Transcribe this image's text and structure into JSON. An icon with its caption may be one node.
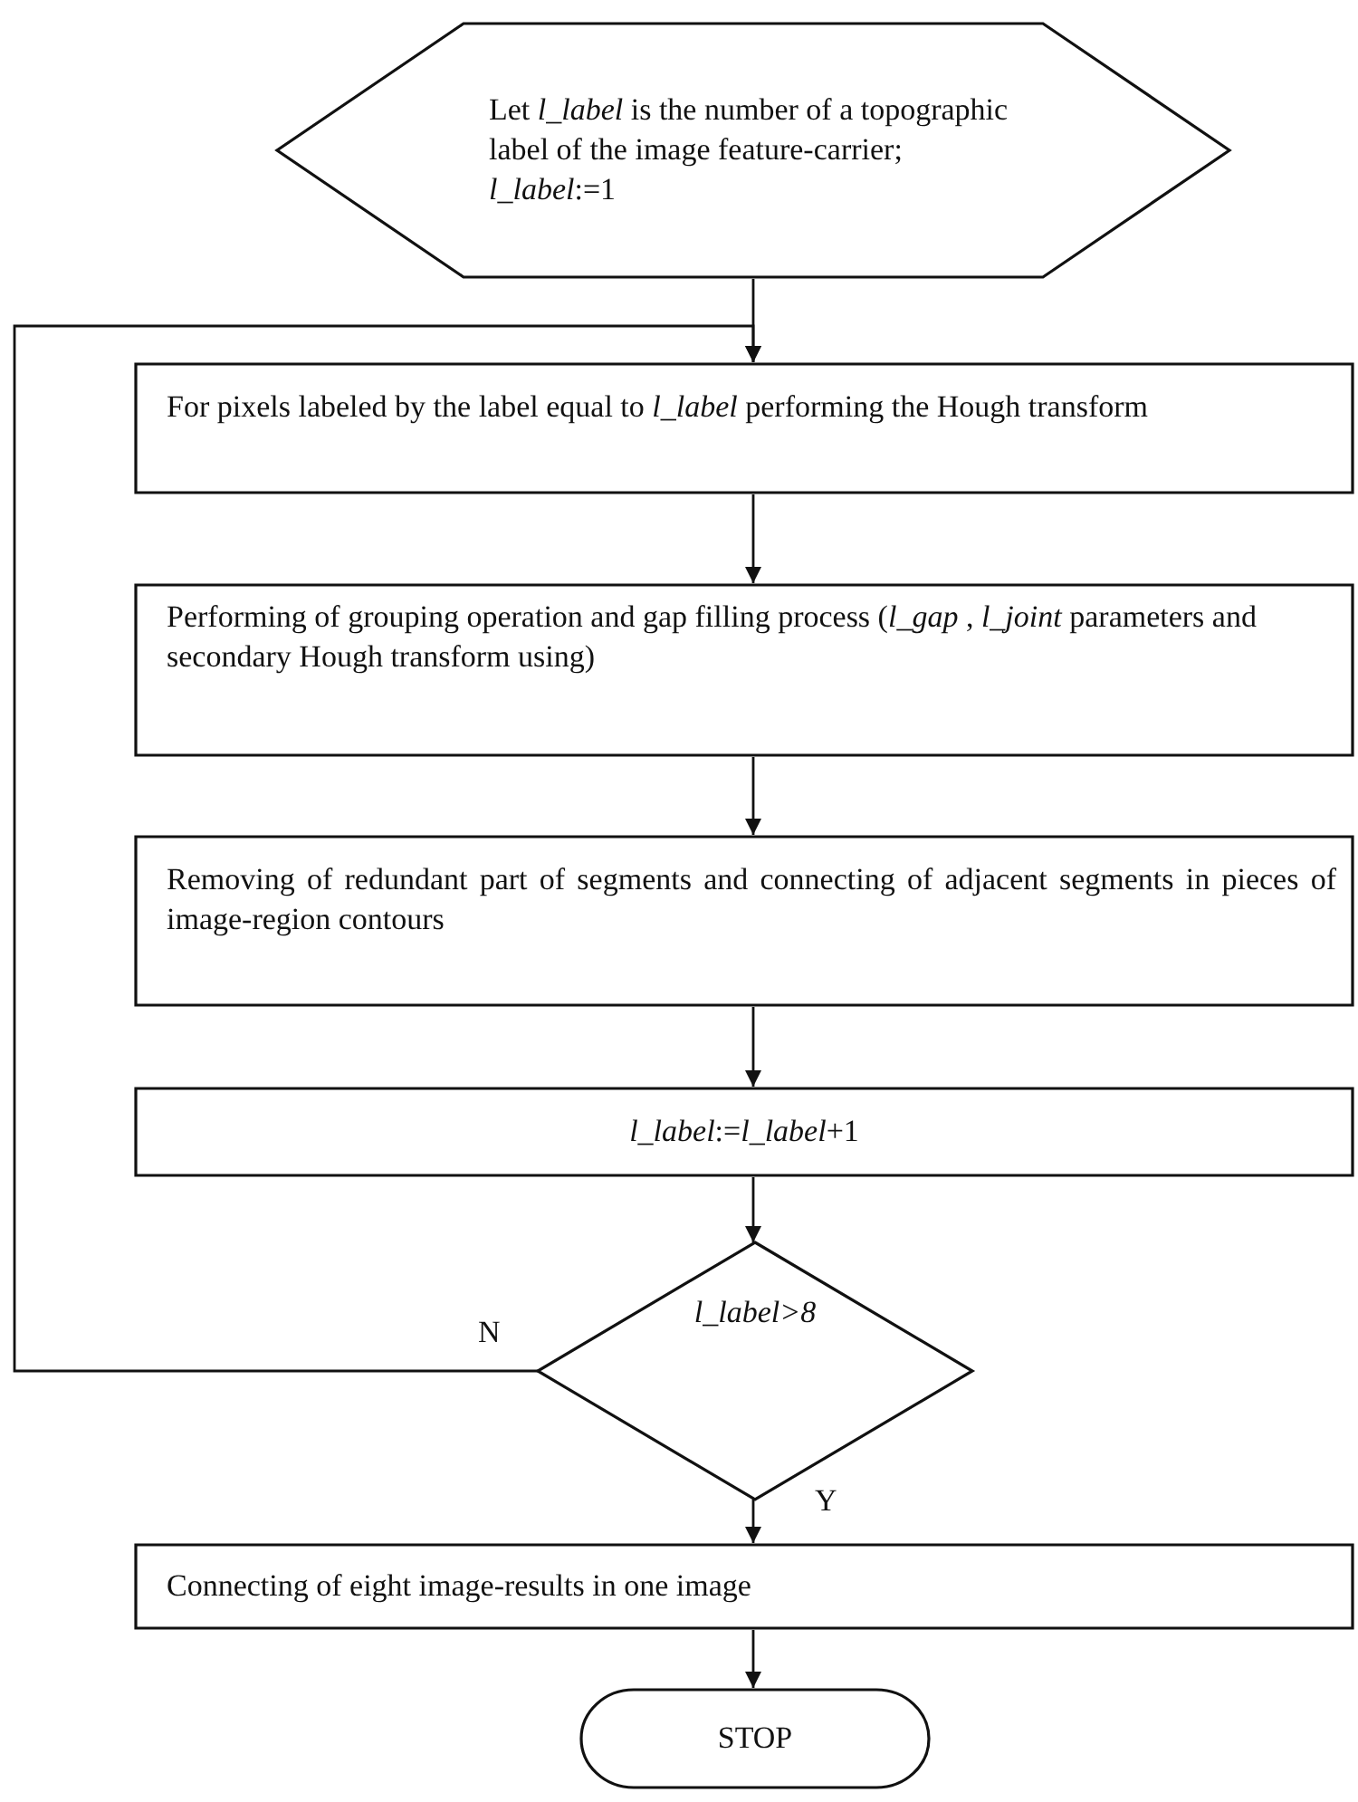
{
  "diagram": {
    "nodes": [
      {
        "text": [
          "Let *l_label* is the number of a topographic label of the image feature-carrier; *l_label*:=1"
        ]
      },
      {
        "text": [
          "For pixels labeled by the label equal to *l_label* performing the Hough transform"
        ]
      },
      {
        "text": [
          "Performing of grouping operation and gap filling process (*l_gap* , *l_joint* parameters and secondary Hough transform using)"
        ]
      },
      {
        "text": [
          "Removing of redundant part of segments and connecting of adjacent segments in pieces of image-region contours"
        ]
      },
      {
        "text": [
          "*l_label*:=*l_label*+1"
        ]
      },
      {
        "text": [
          "l_label>8"
        ]
      },
      {
        "text": [
          "Connecting of eight image-results in one image"
        ]
      },
      {
        "text": [
          "STOP"
        ]
      }
    ],
    "edges": [
      {
        "from": 0,
        "to": 1,
        "arrow": "to"
      },
      {
        "from": 1,
        "to": 2,
        "arrow": "to"
      },
      {
        "from": 2,
        "to": 3,
        "arrow": "to"
      },
      {
        "from": 3,
        "to": 4,
        "arrow": "to"
      },
      {
        "from": 4,
        "to": 5,
        "arrow": "to"
      },
      {
        "from": 5,
        "to": 1,
        "arrow": "to",
        "label": "N"
      },
      {
        "from": 5,
        "to": 6,
        "arrow": "to",
        "label": "Y"
      },
      {
        "from": 6,
        "to": 7,
        "arrow": "to"
      }
    ]
  }
}
